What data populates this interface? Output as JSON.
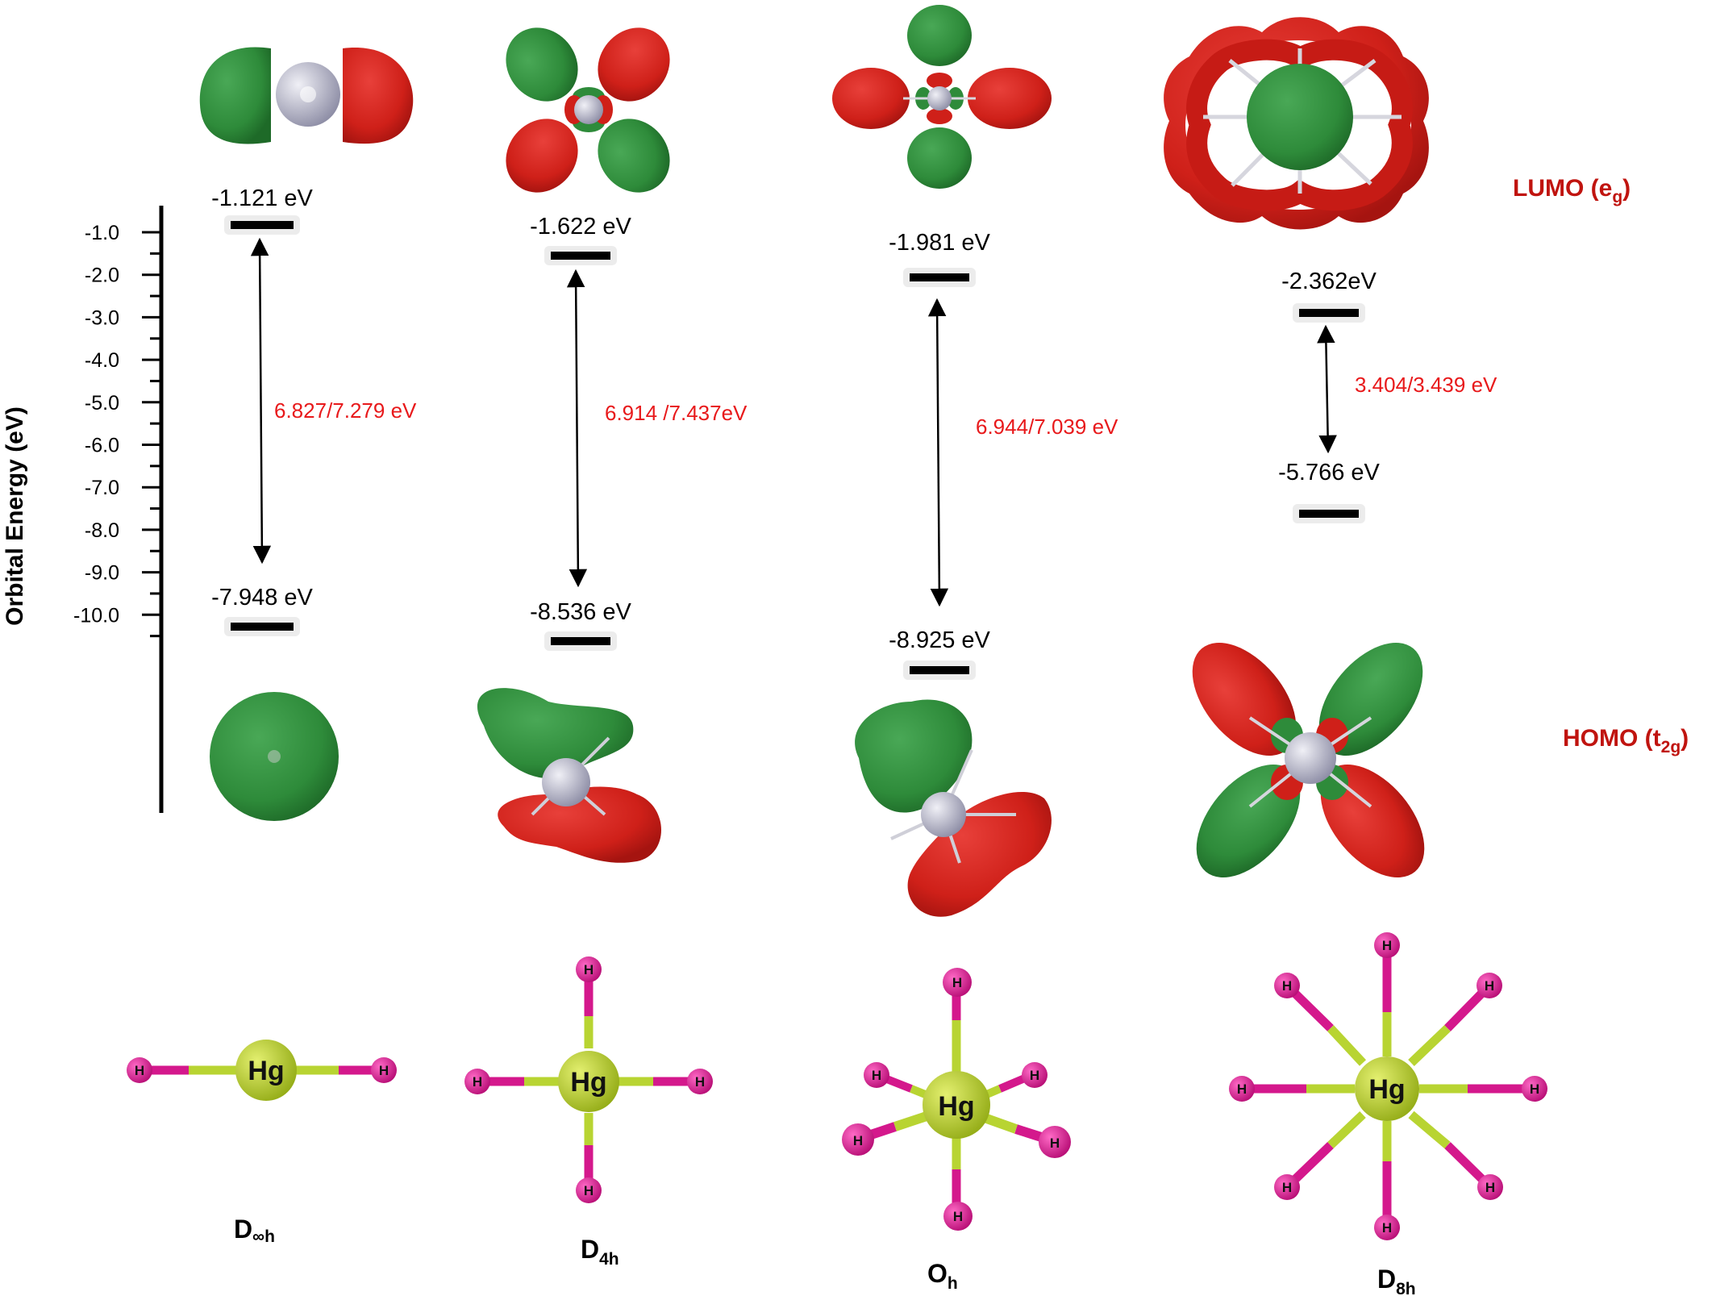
{
  "axis": {
    "title": "Orbital Energy (eV)",
    "ticks": [
      "-1.0",
      "-2.0",
      "-3.0",
      "-4.0",
      "-5.0",
      "-6.0",
      "-7.0",
      "-8.0",
      "-9.0",
      "-10.0"
    ]
  },
  "columns": [
    {
      "id": "dinfh",
      "lumo": -1.121,
      "homo": -7.948,
      "lumo_label": "-1.121 eV",
      "homo_label": "-7.948 eV",
      "gap_label": "6.827/7.279 eV",
      "symmetry": "D",
      "symmetry_sub": "∞h",
      "hydrogens": 2
    },
    {
      "id": "d4h",
      "lumo": -1.622,
      "homo": -8.536,
      "lumo_label": "-1.622 eV",
      "homo_label": "-8.536 eV",
      "gap_label": "6.914 /7.437eV",
      "symmetry": "D",
      "symmetry_sub": "4h",
      "hydrogens": 4
    },
    {
      "id": "oh",
      "lumo": -1.981,
      "homo": -8.925,
      "lumo_label": "-1.981 eV",
      "homo_label": "-8.925 eV",
      "gap_label": "6.944/7.039 eV",
      "symmetry": "O",
      "symmetry_sub": "h",
      "hydrogens": 6
    },
    {
      "id": "d8h",
      "lumo": -2.362,
      "homo": -5.766,
      "lumo_label": "-2.362eV",
      "homo_label": "-5.766 eV",
      "gap_label": "3.404/3.439 eV",
      "symmetry": "D",
      "symmetry_sub": "8h",
      "hydrogens": 8
    }
  ],
  "orbital_labels": {
    "lumo": {
      "main": "LUMO (e",
      "sub": "g",
      "close": ")"
    },
    "homo": {
      "main": "HOMO (t",
      "sub": "2g",
      "close": ")"
    }
  },
  "atoms": {
    "metal": "Hg",
    "ligand": "H"
  },
  "colors": {
    "orbital_positive": "#2e8b3a",
    "orbital_negative": "#d0201a",
    "metal_atom": "#a9c226",
    "ligand_atom": "#d4188c",
    "bond_metal": "#b8d432",
    "gap_text": "#e8191b",
    "orbital_label": "#c0140f",
    "level_bar": "#000000"
  }
}
